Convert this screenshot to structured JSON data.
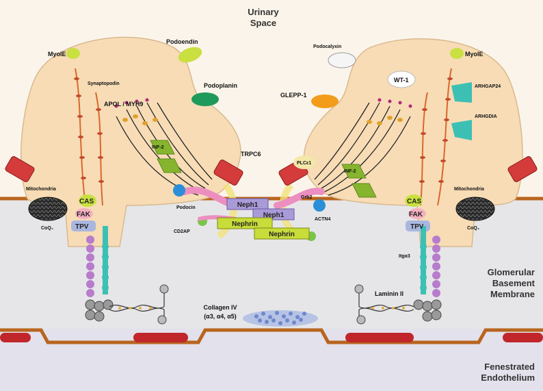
{
  "regions": {
    "urinary_space": [
      "Urinary",
      "Space"
    ],
    "gbm": [
      "Glomerular",
      "Basement",
      "Membrane"
    ],
    "endothelium": [
      "Fenestrated",
      "Endothelium"
    ]
  },
  "left_podocyte": {
    "myo1e": "MyoIE",
    "synaptopodin": "Synaptopodin",
    "apol_myh9": "APOL / MYH9",
    "inf2": "INF-2",
    "mitochondria": "Mitochondria",
    "coq": "CoQ₄",
    "cas": "CAS",
    "fak": "FAK",
    "tpv": "TPV",
    "podocin": "Podocin",
    "cd2ap": "CD2AP",
    "trpc6": "TRPC6"
  },
  "right_podocyte": {
    "podocalyxin": "Podocalyxin",
    "wt1": "WT-1",
    "myo1e": "MyoIE",
    "arhgap24": "ARHGAP24",
    "arhgdia": "ARHGDIA",
    "glepp1": "GLEPP-1",
    "plce1": "PLCε1",
    "inf2": "INF-2",
    "grb2": "Grb2",
    "actn4": "ACTN4",
    "mitochondria": "Mitochondria",
    "coq": "CoQ₄",
    "cas": "CAS",
    "fak": "FAK",
    "tpv": "TPV",
    "itga3": "Itgα3",
    "laminin": "Laminin II"
  },
  "top_labels": {
    "podoendin": "Podoendin",
    "podoplanin": "Podoplanin"
  },
  "slit_diaphragm": {
    "neph1_a": "Neph1",
    "neph1_b": "Neph1",
    "nephrin_a": "Nephrin",
    "nephrin_b": "Nephrin"
  },
  "collagen": {
    "line1": "Collagen IV",
    "line2": "(α3, α4, α5)"
  },
  "colors": {
    "cell": "#f7dcb6",
    "cell_stroke": "#d8b98e",
    "gbm": "#e6e6e8",
    "endothelium": "#e3e1ec",
    "membrane": "#b8651e",
    "channel": "#d43b3b",
    "actin": "#d8682a",
    "inf2": "#86b42e",
    "neph1": "#a99ad8",
    "nephrin": "#c8dc3a",
    "podocin": "#ec8ec0"
  }
}
